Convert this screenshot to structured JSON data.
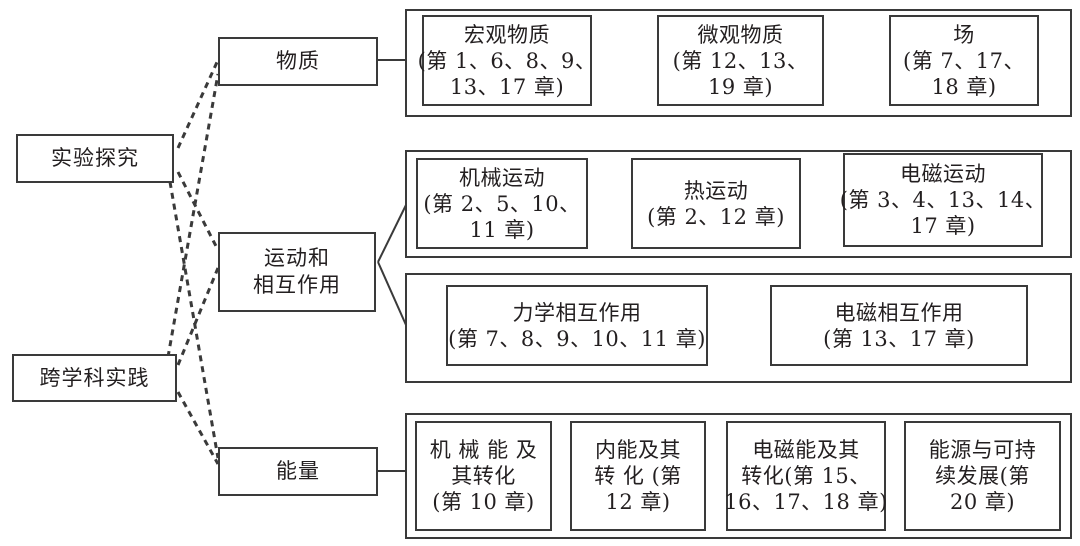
{
  "left": {
    "experiment": "实验探究",
    "practice": "跨学科实践"
  },
  "middle": {
    "matter": "物质",
    "motion": [
      "运动和",
      "相互作用"
    ],
    "energy": "能量"
  },
  "matter_group": [
    {
      "title": "宏观物质",
      "lines": [
        "(第 1、6、8、9、",
        "13、17 章)"
      ]
    },
    {
      "title": "微观物质",
      "lines": [
        "(第 12、13、",
        "19 章)"
      ]
    },
    {
      "title": "场",
      "lines": [
        "(第 7、17、",
        "18 章)"
      ]
    }
  ],
  "motion_group": [
    {
      "title": "机械运动",
      "lines": [
        "(第 2、5、10、",
        "11 章)"
      ]
    },
    {
      "title": "热运动",
      "lines": [
        "(第 2、12 章)"
      ]
    },
    {
      "title": "电磁运动",
      "lines": [
        "(第 3、4、13、14、",
        "17 章)"
      ]
    }
  ],
  "interaction_group": [
    {
      "title": "力学相互作用",
      "lines": [
        "(第 7、8、9、10、11 章)"
      ]
    },
    {
      "title": "电磁相互作用",
      "lines": [
        "(第 13、17 章)"
      ]
    }
  ],
  "energy_group": [
    {
      "title": "",
      "lines": [
        "机 械 能 及",
        "其转化",
        "(第 10 章)"
      ]
    },
    {
      "title": "",
      "lines": [
        "内能及其",
        "转 化 (第",
        "12 章)"
      ]
    },
    {
      "title": "",
      "lines": [
        "电磁能及其",
        "转化(第 15、",
        "16、17、18 章)"
      ]
    },
    {
      "title": "",
      "lines": [
        "能源与可持",
        "续发展(第",
        "20 章)"
      ]
    }
  ],
  "colors": {
    "stroke": "#3a3a3a",
    "text": "#231f20",
    "background": "#ffffff"
  }
}
